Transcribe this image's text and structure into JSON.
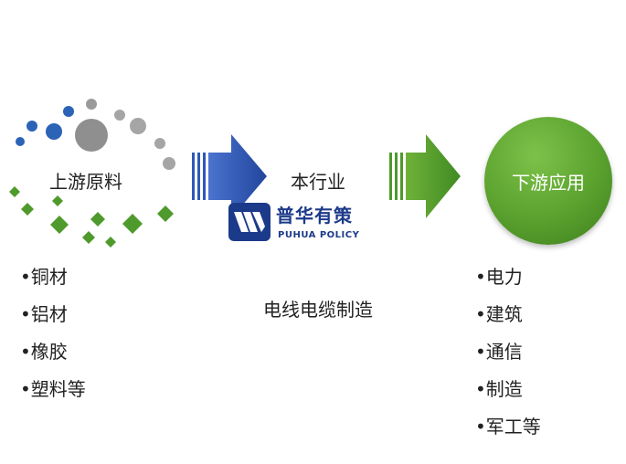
{
  "upstream": {
    "title": "上游原料",
    "items": [
      "•铜材",
      "•铝材",
      "•橡胶",
      "•塑料等"
    ]
  },
  "industry": {
    "title": "本行业",
    "product": "电线电缆制造"
  },
  "logo": {
    "name_cn": "普华有策",
    "name_en": "PUHUA POLICY"
  },
  "downstream": {
    "title": "下游应用",
    "items": [
      "•电力",
      "•建筑",
      "•通信",
      "•制造",
      "•军工等"
    ]
  },
  "colors": {
    "blue_arrow": "#2f58b8",
    "green_arrow": "#4e9a2a",
    "green_circle": "#5aa12e",
    "dot_blue": "#2b63b6",
    "dot_gray": "#9a9a9a",
    "diamond_green": "#4f9a2c"
  }
}
